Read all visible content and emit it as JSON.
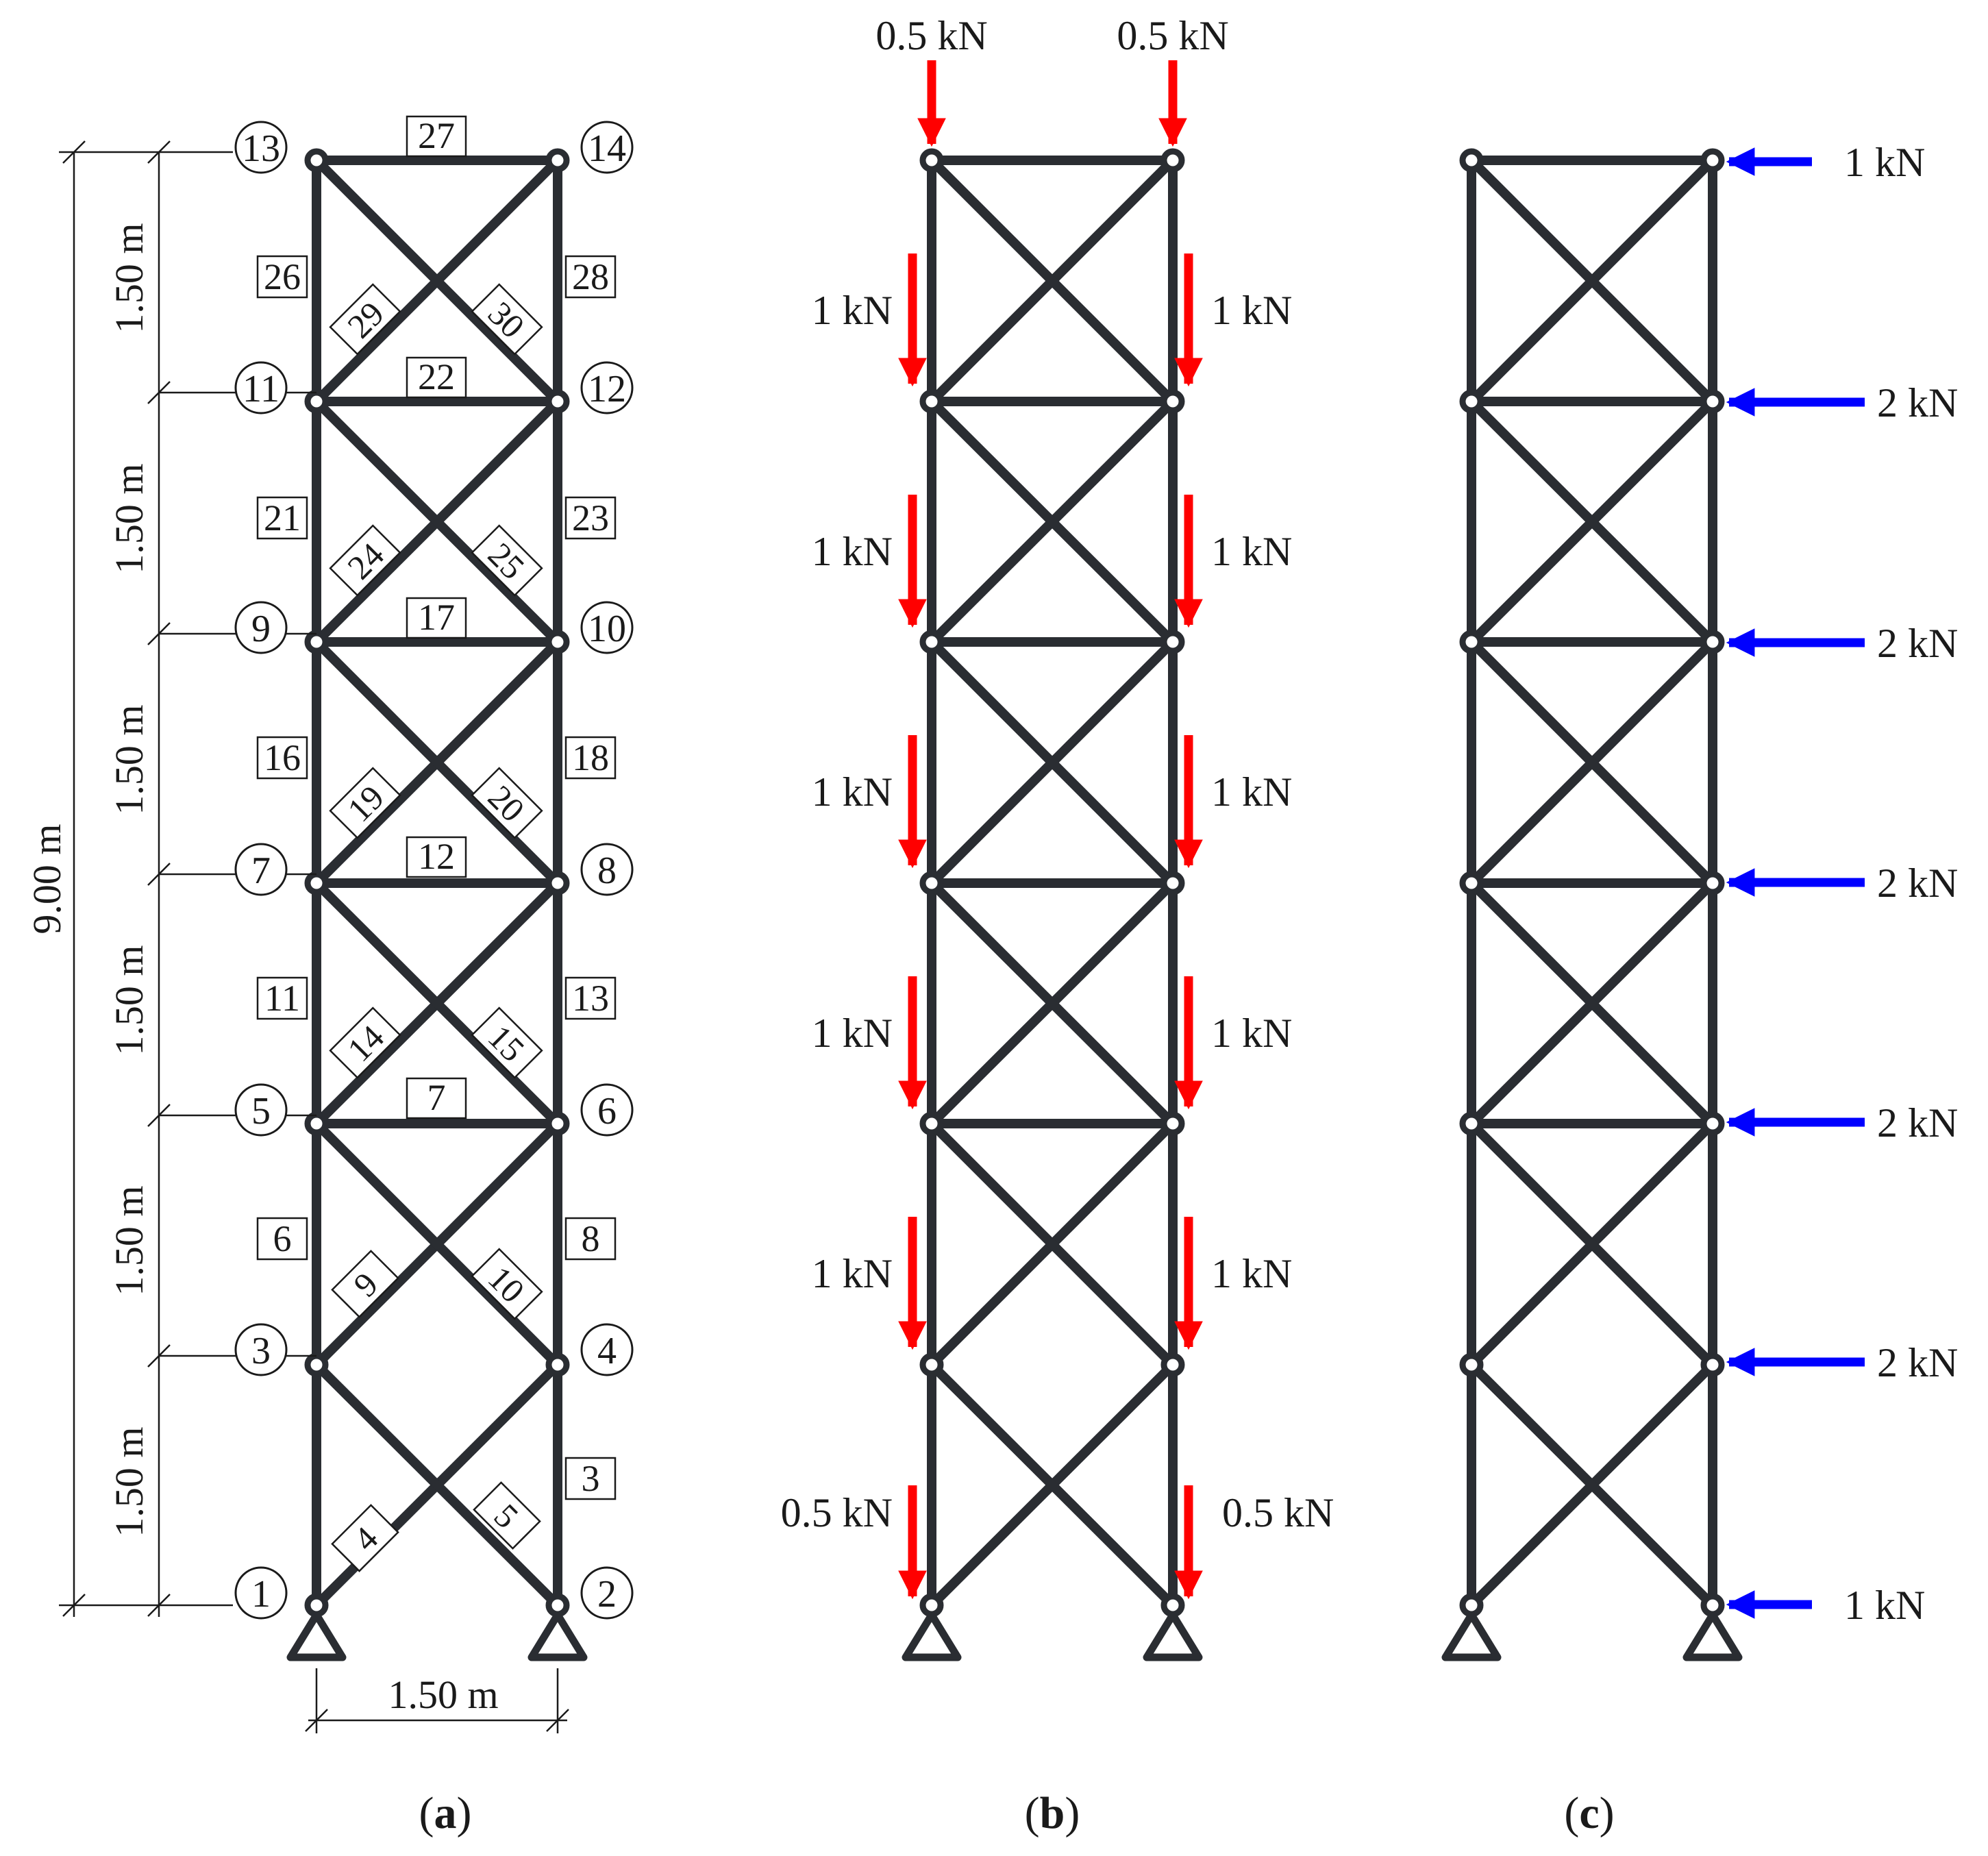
{
  "colors": {
    "member": "#2a2d32",
    "gravity_load": "#ff0000",
    "lateral_load": "#0000ff",
    "annotation": "#1a1a1a"
  },
  "panel_a": {
    "caption_letter": "a",
    "nodes": [
      "1",
      "2",
      "3",
      "4",
      "5",
      "6",
      "7",
      "8",
      "9",
      "10",
      "11",
      "12",
      "13",
      "14"
    ],
    "members": {
      "left_columns": [
        "6",
        "11",
        "16",
        "21",
        "26"
      ],
      "right_columns": [
        "3",
        "8",
        "13",
        "18",
        "23",
        "28"
      ],
      "horizontals": [
        "7",
        "12",
        "17",
        "22",
        "27"
      ],
      "diagonals_rising": [
        "4",
        "9",
        "14",
        "19",
        "24",
        "29"
      ],
      "diagonals_falling": [
        "5",
        "10",
        "15",
        "20",
        "25",
        "30"
      ]
    },
    "dim_total_height": "9.00 m",
    "dim_panel_height": "1.50 m",
    "dim_width": "1.50 m"
  },
  "panel_b": {
    "caption_letter": "b",
    "top_loads": [
      "0.5 kN",
      "0.5 kN"
    ],
    "level_loads": [
      "1 kN",
      "1 kN",
      "1 kN",
      "1 kN",
      "1 kN"
    ],
    "bottom_loads": [
      "0.5 kN",
      "0.5 kN"
    ]
  },
  "panel_c": {
    "caption_letter": "c",
    "loads": [
      "1 kN",
      "2 kN",
      "2 kN",
      "2 kN",
      "2 kN",
      "2 kN",
      "1 kN"
    ]
  }
}
